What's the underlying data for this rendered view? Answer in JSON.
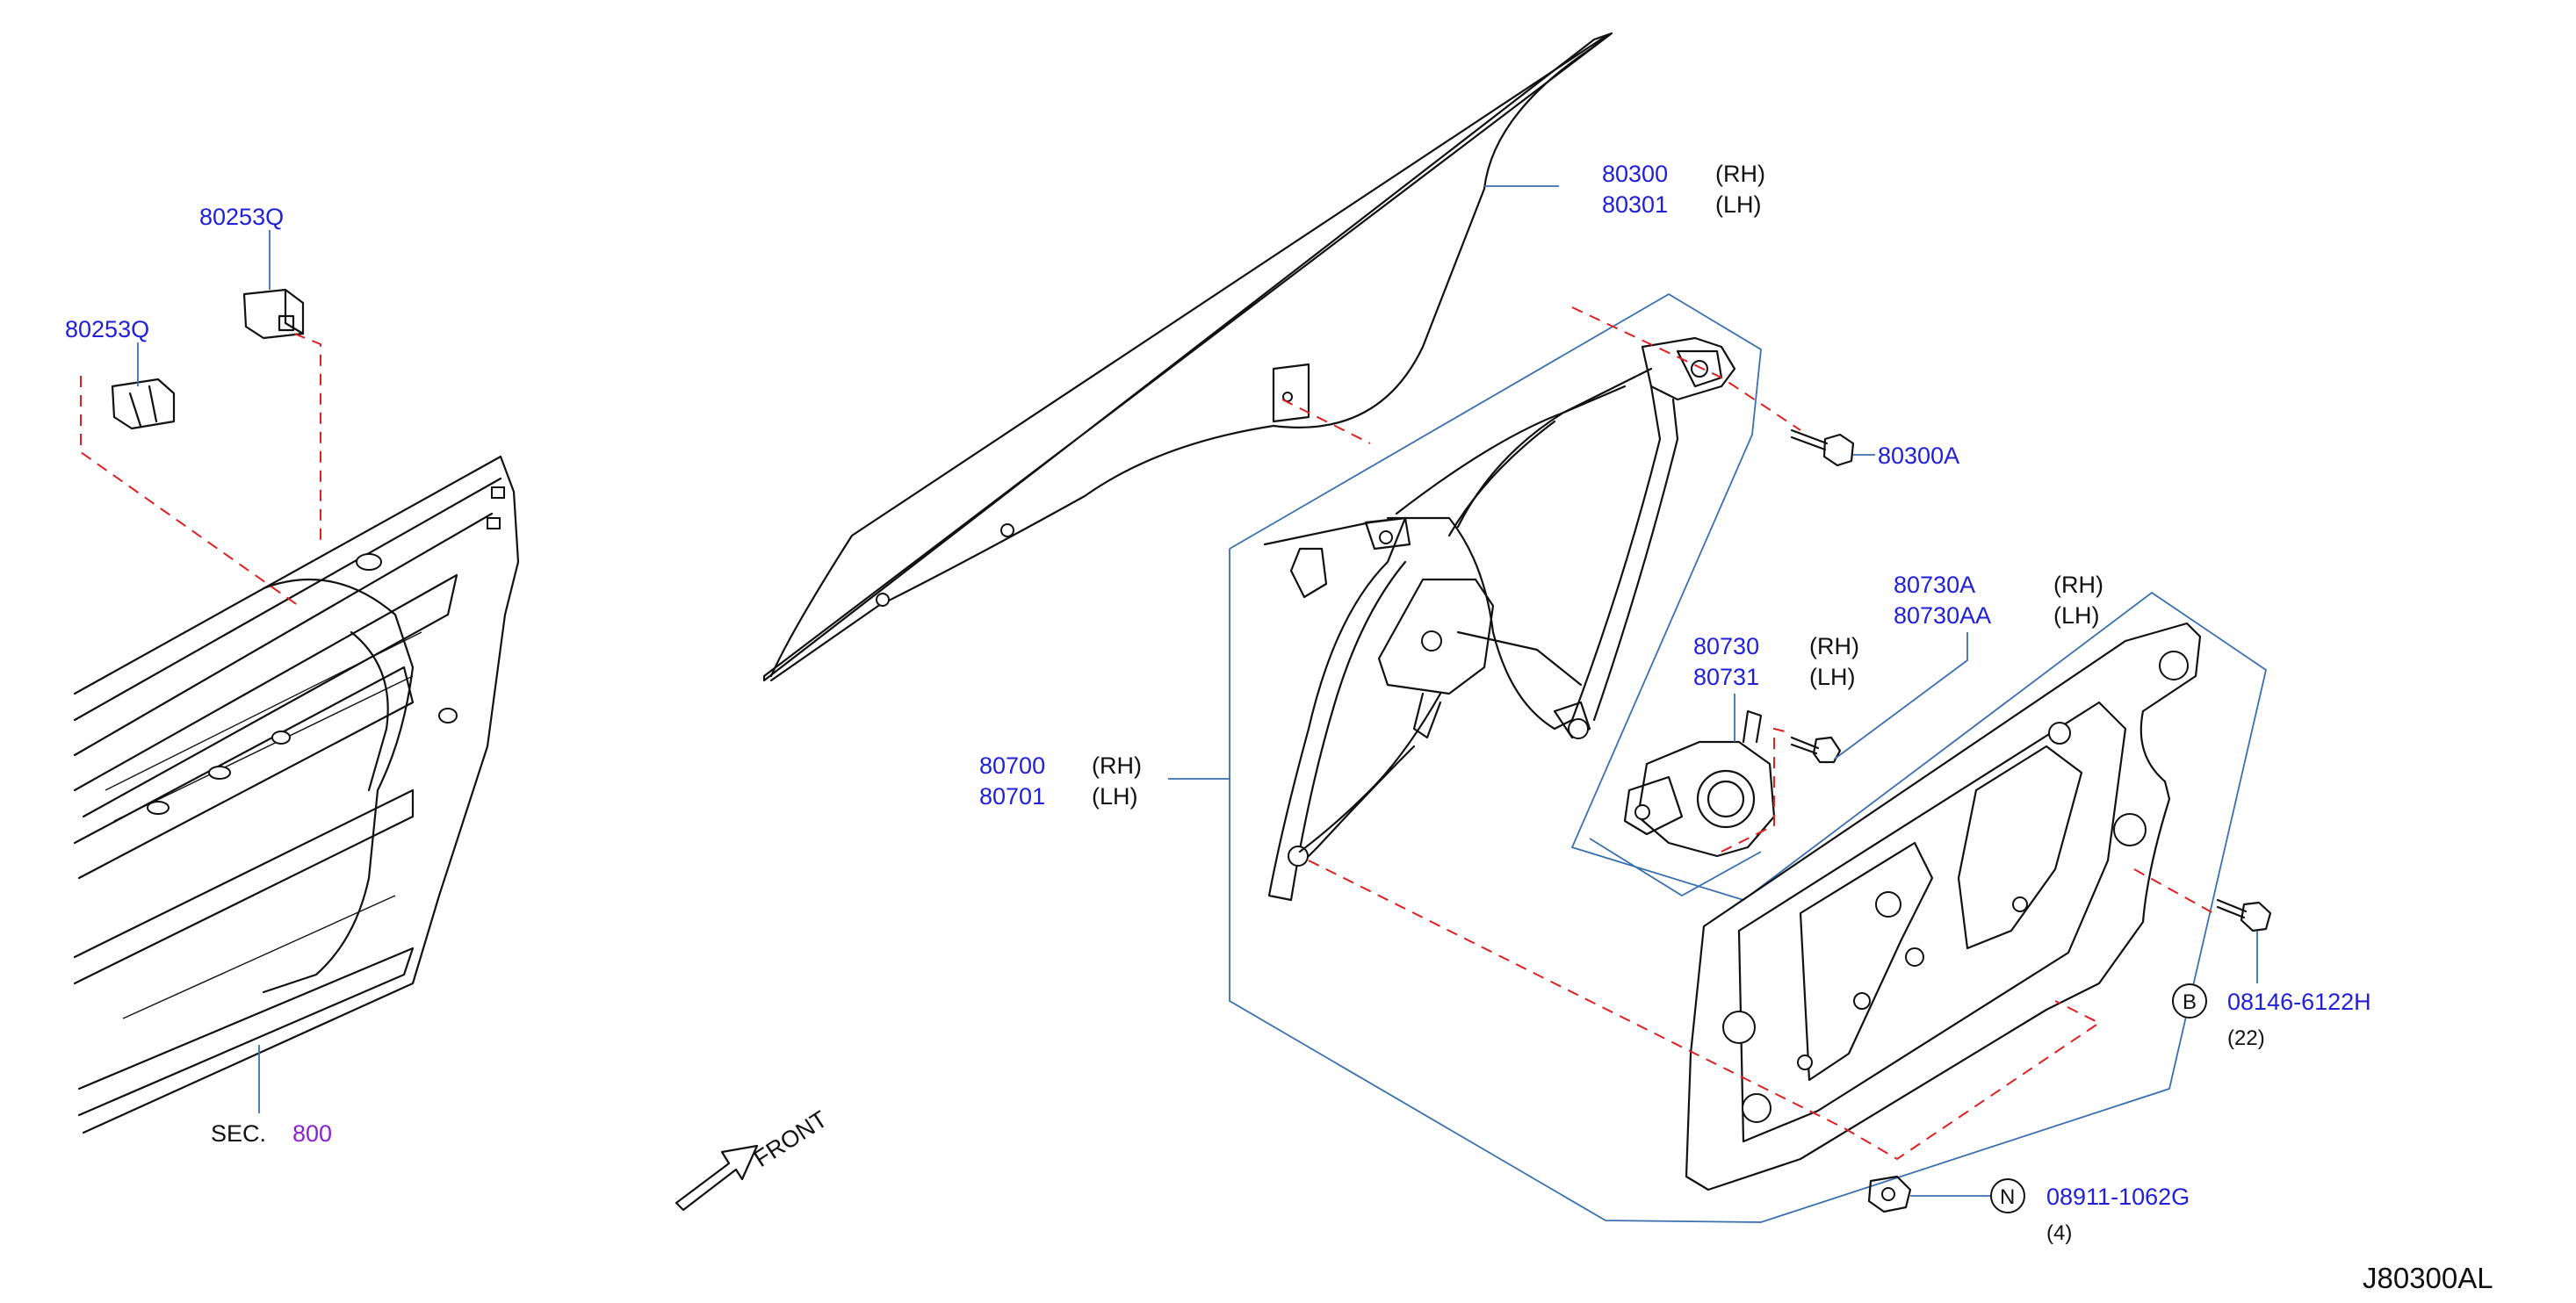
{
  "diagram_id": "J80300AL",
  "callouts": {
    "clip_upper": "80253Q",
    "clip_lower": "80253Q",
    "section_prefix": "SEC.",
    "section_number": "800",
    "glass_rh": "80300",
    "glass_lh": "80301",
    "bolt_glass": "80300A",
    "regulator_rh": "80700",
    "regulator_lh": "80701",
    "motor_rh": "80730",
    "motor_lh": "80731",
    "motor_bolt_rh": "80730A",
    "motor_bolt_lh": "80730AA",
    "bolt_b_part": "08146-6122H",
    "bolt_b_qty": "(22)",
    "bolt_b_symbol": "B",
    "nut_n_part": "08911-1062G",
    "nut_n_qty": "(4)",
    "nut_n_symbol": "N"
  },
  "side": {
    "rh": "(RH)",
    "lh": "(LH)"
  },
  "front_label": "FRONT",
  "colors": {
    "part_number": "#2020d8",
    "section_link": "#8a20d0",
    "leader": "#3a6fb0",
    "dashed_leader": "#e02020",
    "text": "#111111"
  }
}
